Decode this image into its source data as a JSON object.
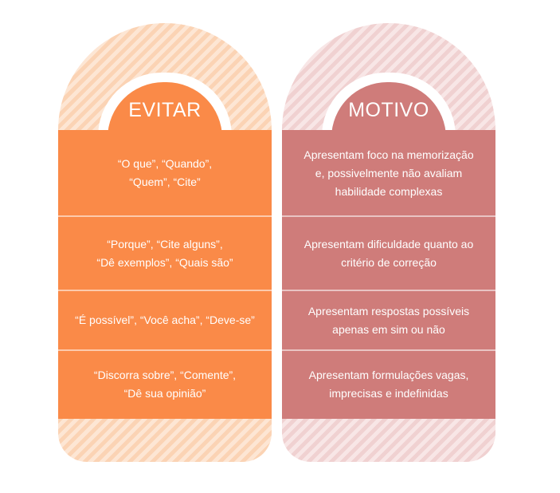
{
  "columns": [
    {
      "title": "EVITAR",
      "rows": [
        "“O que”, “Quando”,\n“Quem”, “Cite”",
        "“Porque”, “Cite alguns”,\n“Dê exemplos”,  “Quais são”",
        "“É possível”, “Você acha”, “Deve-se”",
        "“Discorra sobre”, “Comente”,\n“Dê sua opinião”"
      ]
    },
    {
      "title": "MOTIVO",
      "rows": [
        "Apresentam foco na memorização\ne, possivelmente não avaliam\nhabilidade complexas",
        "Apresentam dificuldade quanto ao\ncritério de correção",
        "Apresentam respostas possíveis\napenas em sim ou não",
        "Apresentam formulações vagas,\nimprecisas e indefinidas"
      ]
    }
  ],
  "colors": {
    "evitar_accent": "#fa8a48",
    "motivo_accent": "#cf7c7a"
  }
}
